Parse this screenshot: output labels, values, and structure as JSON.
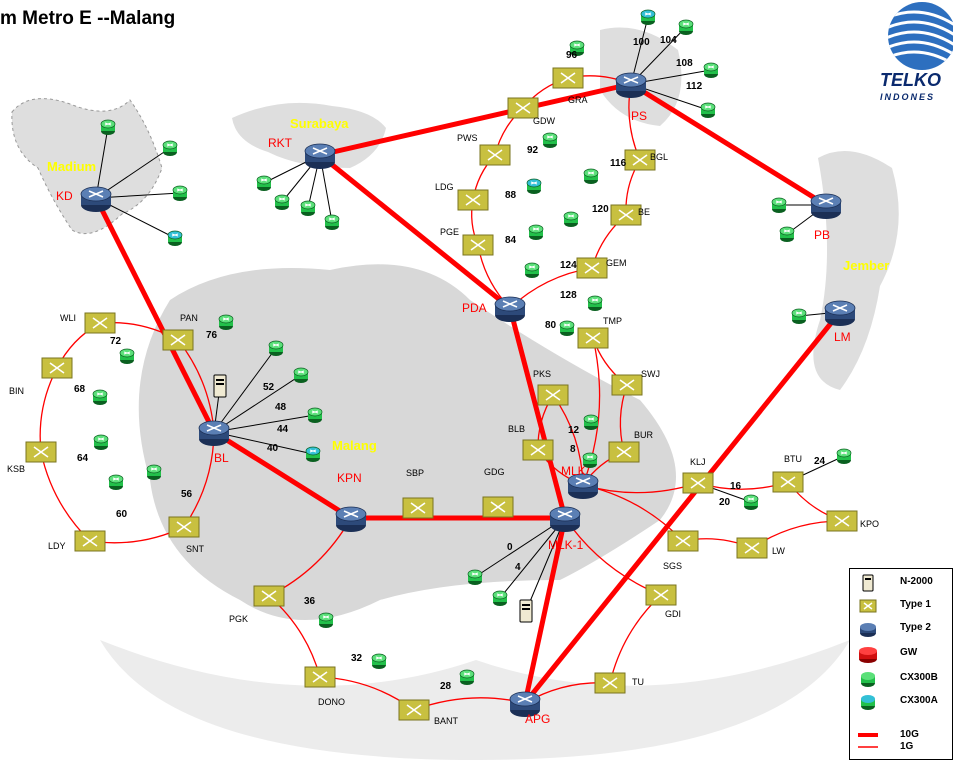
{
  "title": "m Metro E --Malang",
  "logo": {
    "text": "TELKO",
    "sub": "INDONES"
  },
  "regions": [
    {
      "name": "madium",
      "label": "Madium",
      "color": "#ffff00"
    },
    {
      "name": "surabaya",
      "label": "Surabaya",
      "color": "#ffff00"
    },
    {
      "name": "jember",
      "label": "Jember",
      "color": "#ffff00"
    },
    {
      "name": "malang",
      "label": "Malang",
      "color": "#ffff00"
    }
  ],
  "nodes": [
    {
      "id": "KD",
      "label": "KD",
      "type": "type2",
      "label_color": "#ff0000"
    },
    {
      "id": "RKT",
      "label": "RKT",
      "type": "type2",
      "label_color": "#ff0000"
    },
    {
      "id": "PS",
      "label": "PS",
      "type": "type2",
      "label_color": "#ff0000"
    },
    {
      "id": "PB",
      "label": "PB",
      "type": "type2",
      "label_color": "#ff0000"
    },
    {
      "id": "LM",
      "label": "LM",
      "type": "type2",
      "label_color": "#ff0000"
    },
    {
      "id": "PDA",
      "label": "PDA",
      "type": "type2",
      "label_color": "#ff0000"
    },
    {
      "id": "BL",
      "label": "BL",
      "type": "type2",
      "label_color": "#ff0000"
    },
    {
      "id": "KPN",
      "label": "KPN",
      "type": "type2",
      "label_color": "#ff0000"
    },
    {
      "id": "MLK",
      "label": "MLK",
      "type": "type2",
      "label_color": "#ff0000"
    },
    {
      "id": "MLK-1",
      "label": "MLK-1",
      "type": "type2",
      "label_color": "#ff0000"
    },
    {
      "id": "APG",
      "label": "APG",
      "type": "type2",
      "label_color": "#ff0000"
    },
    {
      "id": "GRA",
      "label": "GRA",
      "type": "type1"
    },
    {
      "id": "GDW",
      "label": "GDW",
      "type": "type1"
    },
    {
      "id": "PWS",
      "label": "PWS",
      "type": "type1"
    },
    {
      "id": "LDG",
      "label": "LDG",
      "type": "type1"
    },
    {
      "id": "PGE",
      "label": "PGE",
      "type": "type1"
    },
    {
      "id": "BGL",
      "label": "BGL",
      "type": "type1"
    },
    {
      "id": "BE",
      "label": "BE",
      "type": "type1"
    },
    {
      "id": "GEM",
      "label": "GEM",
      "type": "type1"
    },
    {
      "id": "TMP",
      "label": "TMP",
      "type": "type1"
    },
    {
      "id": "SWJ",
      "label": "SWJ",
      "type": "type1"
    },
    {
      "id": "PKS",
      "label": "PKS",
      "type": "type1"
    },
    {
      "id": "BUR",
      "label": "BUR",
      "type": "type1"
    },
    {
      "id": "BLB",
      "label": "BLB",
      "type": "type1"
    },
    {
      "id": "WLI",
      "label": "WLI",
      "type": "type1",
      "label_color": "#000000"
    },
    {
      "id": "PAN",
      "label": "PAN",
      "type": "type1"
    },
    {
      "id": "BIN",
      "label": "BIN",
      "type": "type1"
    },
    {
      "id": "KSB",
      "label": "KSB",
      "type": "type1"
    },
    {
      "id": "LDY",
      "label": "LDY",
      "type": "type1"
    },
    {
      "id": "SNT",
      "label": "SNT",
      "type": "type1"
    },
    {
      "id": "SBP",
      "label": "SBP",
      "type": "type1"
    },
    {
      "id": "GDG",
      "label": "GDG",
      "type": "type1"
    },
    {
      "id": "KLJ",
      "label": "KLJ",
      "type": "type1"
    },
    {
      "id": "BTU",
      "label": "BTU",
      "type": "type1"
    },
    {
      "id": "KPO",
      "label": "KPO",
      "type": "type1"
    },
    {
      "id": "LW",
      "label": "LW",
      "type": "type1"
    },
    {
      "id": "SGS",
      "label": "SGS",
      "type": "type1"
    },
    {
      "id": "GDI",
      "label": "GDI",
      "type": "type1"
    },
    {
      "id": "TU",
      "label": "TU",
      "type": "type1"
    },
    {
      "id": "BANT",
      "label": "BANT",
      "type": "type1"
    },
    {
      "id": "DONO",
      "label": "DONO",
      "type": "type1"
    },
    {
      "id": "PGK",
      "label": "PGK",
      "type": "type1"
    }
  ],
  "links_10g": [
    [
      "KD",
      "BL"
    ],
    [
      "RKT",
      "PS"
    ],
    [
      "RKT",
      "PDA"
    ],
    [
      "PS",
      "PB"
    ],
    [
      "BL",
      "KPN"
    ],
    [
      "KPN",
      "MLK-1"
    ],
    [
      "PDA",
      "MLK-1"
    ],
    [
      "LM",
      "APG"
    ],
    [
      "MLK-1",
      "APG"
    ]
  ],
  "links_1g": [
    [
      "PS",
      "GRA"
    ],
    [
      "GRA",
      "GDW"
    ],
    [
      "GDW",
      "PWS"
    ],
    [
      "PWS",
      "LDG"
    ],
    [
      "LDG",
      "PGE"
    ],
    [
      "PGE",
      "PDA"
    ],
    [
      "PS",
      "BGL"
    ],
    [
      "BGL",
      "BE"
    ],
    [
      "BE",
      "GEM"
    ],
    [
      "GEM",
      "PDA"
    ],
    [
      "MLK",
      "TMP"
    ],
    [
      "TMP",
      "SWJ"
    ],
    [
      "SWJ",
      "BUR"
    ],
    [
      "BUR",
      "MLK"
    ],
    [
      "MLK",
      "PKS"
    ],
    [
      "PKS",
      "BLB"
    ],
    [
      "BLB",
      "MLK"
    ],
    [
      "BL",
      "PAN"
    ],
    [
      "PAN",
      "WLI"
    ],
    [
      "WLI",
      "BIN"
    ],
    [
      "BIN",
      "KSB"
    ],
    [
      "KSB",
      "LDY"
    ],
    [
      "LDY",
      "SNT"
    ],
    [
      "SNT",
      "BL"
    ],
    [
      "MLK",
      "KLJ"
    ],
    [
      "KLJ",
      "BTU"
    ],
    [
      "BTU",
      "KPO"
    ],
    [
      "KPO",
      "LW"
    ],
    [
      "LW",
      "SGS"
    ],
    [
      "SGS",
      "MLK"
    ],
    [
      "MLK-1",
      "GDI"
    ],
    [
      "GDI",
      "TU"
    ],
    [
      "TU",
      "APG"
    ],
    [
      "APG",
      "BANT"
    ],
    [
      "BANT",
      "DONO"
    ],
    [
      "DONO",
      "PGK"
    ],
    [
      "PGK",
      "KPN"
    ]
  ],
  "edge_labels": [
    "96",
    "100",
    "104",
    "108",
    "112",
    "92",
    "116",
    "88",
    "120",
    "84",
    "124",
    "128",
    "80",
    "76",
    "72",
    "68",
    "64",
    "60",
    "56",
    "52",
    "48",
    "44",
    "40",
    "12",
    "8",
    "24",
    "16",
    "20",
    "0",
    "4",
    "36",
    "32",
    "28"
  ],
  "legend": [
    {
      "label": "N-2000",
      "icon": "n2000-icon"
    },
    {
      "label": "Type 1",
      "icon": "type1-icon"
    },
    {
      "label": "Type 2",
      "icon": "type2-icon"
    },
    {
      "label": "GW",
      "icon": "gw-icon"
    },
    {
      "label": "CX300B",
      "icon": "cx300b-icon"
    },
    {
      "label": "CX300A",
      "icon": "cx300a-icon"
    },
    {
      "label": "10G",
      "icon": "line-10g-icon"
    },
    {
      "label": "1G",
      "icon": "line-1g-icon"
    }
  ],
  "colors": {
    "link_red": "#ff0000",
    "type1_fill": "#c8c040",
    "type2_fill": "#2d4a7a",
    "cx300b_fill": "#22c04a",
    "cx300a_fill": "#33c0d6",
    "region_label": "#ffff00",
    "node_label_red": "#ff0000"
  }
}
